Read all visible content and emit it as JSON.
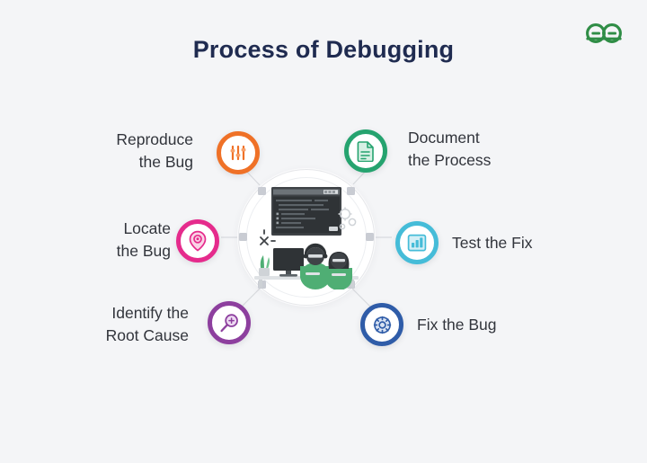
{
  "page": {
    "background_color": "#f4f5f7",
    "title": "Process of Debugging",
    "title_color": "#1f2b50"
  },
  "logo": {
    "name": "geeksforgeeks-logo",
    "alt": "GeeksforGeeks",
    "color": "#2f8d46"
  },
  "center": {
    "illustration_name": "developers-debugging-illustration",
    "description": "Two developers at a desk with a code editor window, gears and a plant"
  },
  "steps": [
    {
      "id": "reproduce-the-bug",
      "label": "Reproduce\nthe Bug",
      "icon": "sliders-icon",
      "color": "#ef7127",
      "side": "left"
    },
    {
      "id": "document-the-process",
      "label": "Document\nthe Process",
      "icon": "document-icon",
      "color": "#25a36f",
      "side": "right"
    },
    {
      "id": "locate-the-bug",
      "label": "Locate\nthe Bug",
      "icon": "location-pin-icon",
      "color": "#e52b8c",
      "side": "left"
    },
    {
      "id": "test-the-fix",
      "label": "Test the Fix",
      "icon": "report-chart-icon",
      "color": "#45bcd8",
      "side": "right"
    },
    {
      "id": "identify-the-root-cause",
      "label": "Identify the\nRoot Cause",
      "icon": "magnifier-search-icon",
      "color": "#8d3f9e",
      "side": "left"
    },
    {
      "id": "fix-the-bug",
      "label": "Fix the Bug",
      "icon": "gear-settings-icon",
      "color": "#2f5ca8",
      "side": "right"
    }
  ]
}
